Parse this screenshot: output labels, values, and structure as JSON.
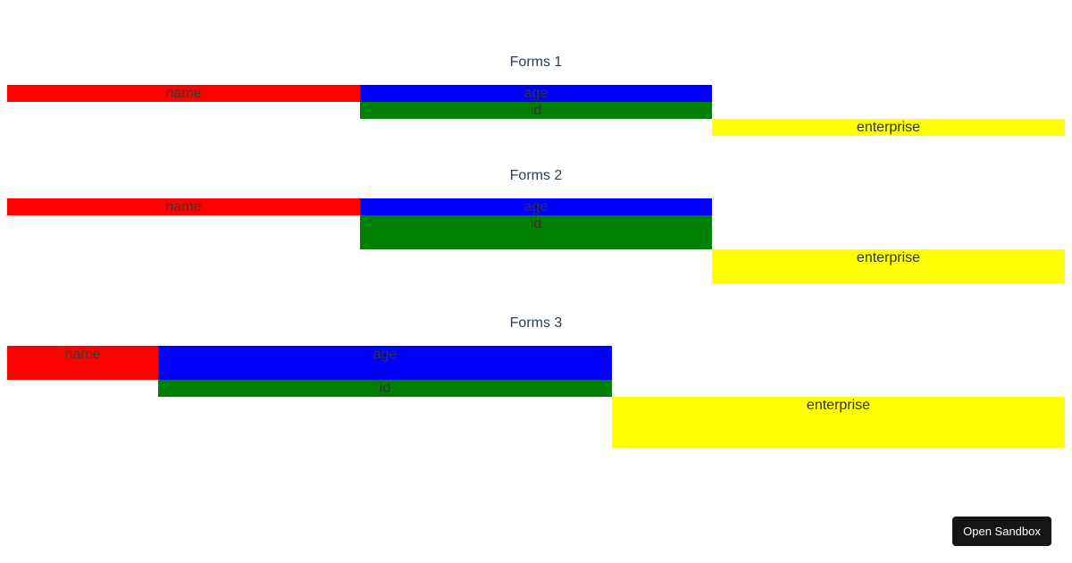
{
  "forms": [
    {
      "title": "Forms 1",
      "fields": {
        "name": "name",
        "age": "age",
        "id": "id",
        "enterprise": "enterprise"
      }
    },
    {
      "title": "Forms 2",
      "fields": {
        "name": "name",
        "age": "age",
        "id": "id",
        "enterprise": "enterprise"
      }
    },
    {
      "title": "Forms 3",
      "fields": {
        "name": "name",
        "age": "age",
        "id": "id",
        "enterprise": "enterprise"
      }
    }
  ],
  "colors": {
    "name": "#ff0000",
    "age": "#0000ff",
    "id": "#008000",
    "enterprise": "#ffff00"
  },
  "sandbox_button": {
    "label": "Open Sandbox"
  }
}
